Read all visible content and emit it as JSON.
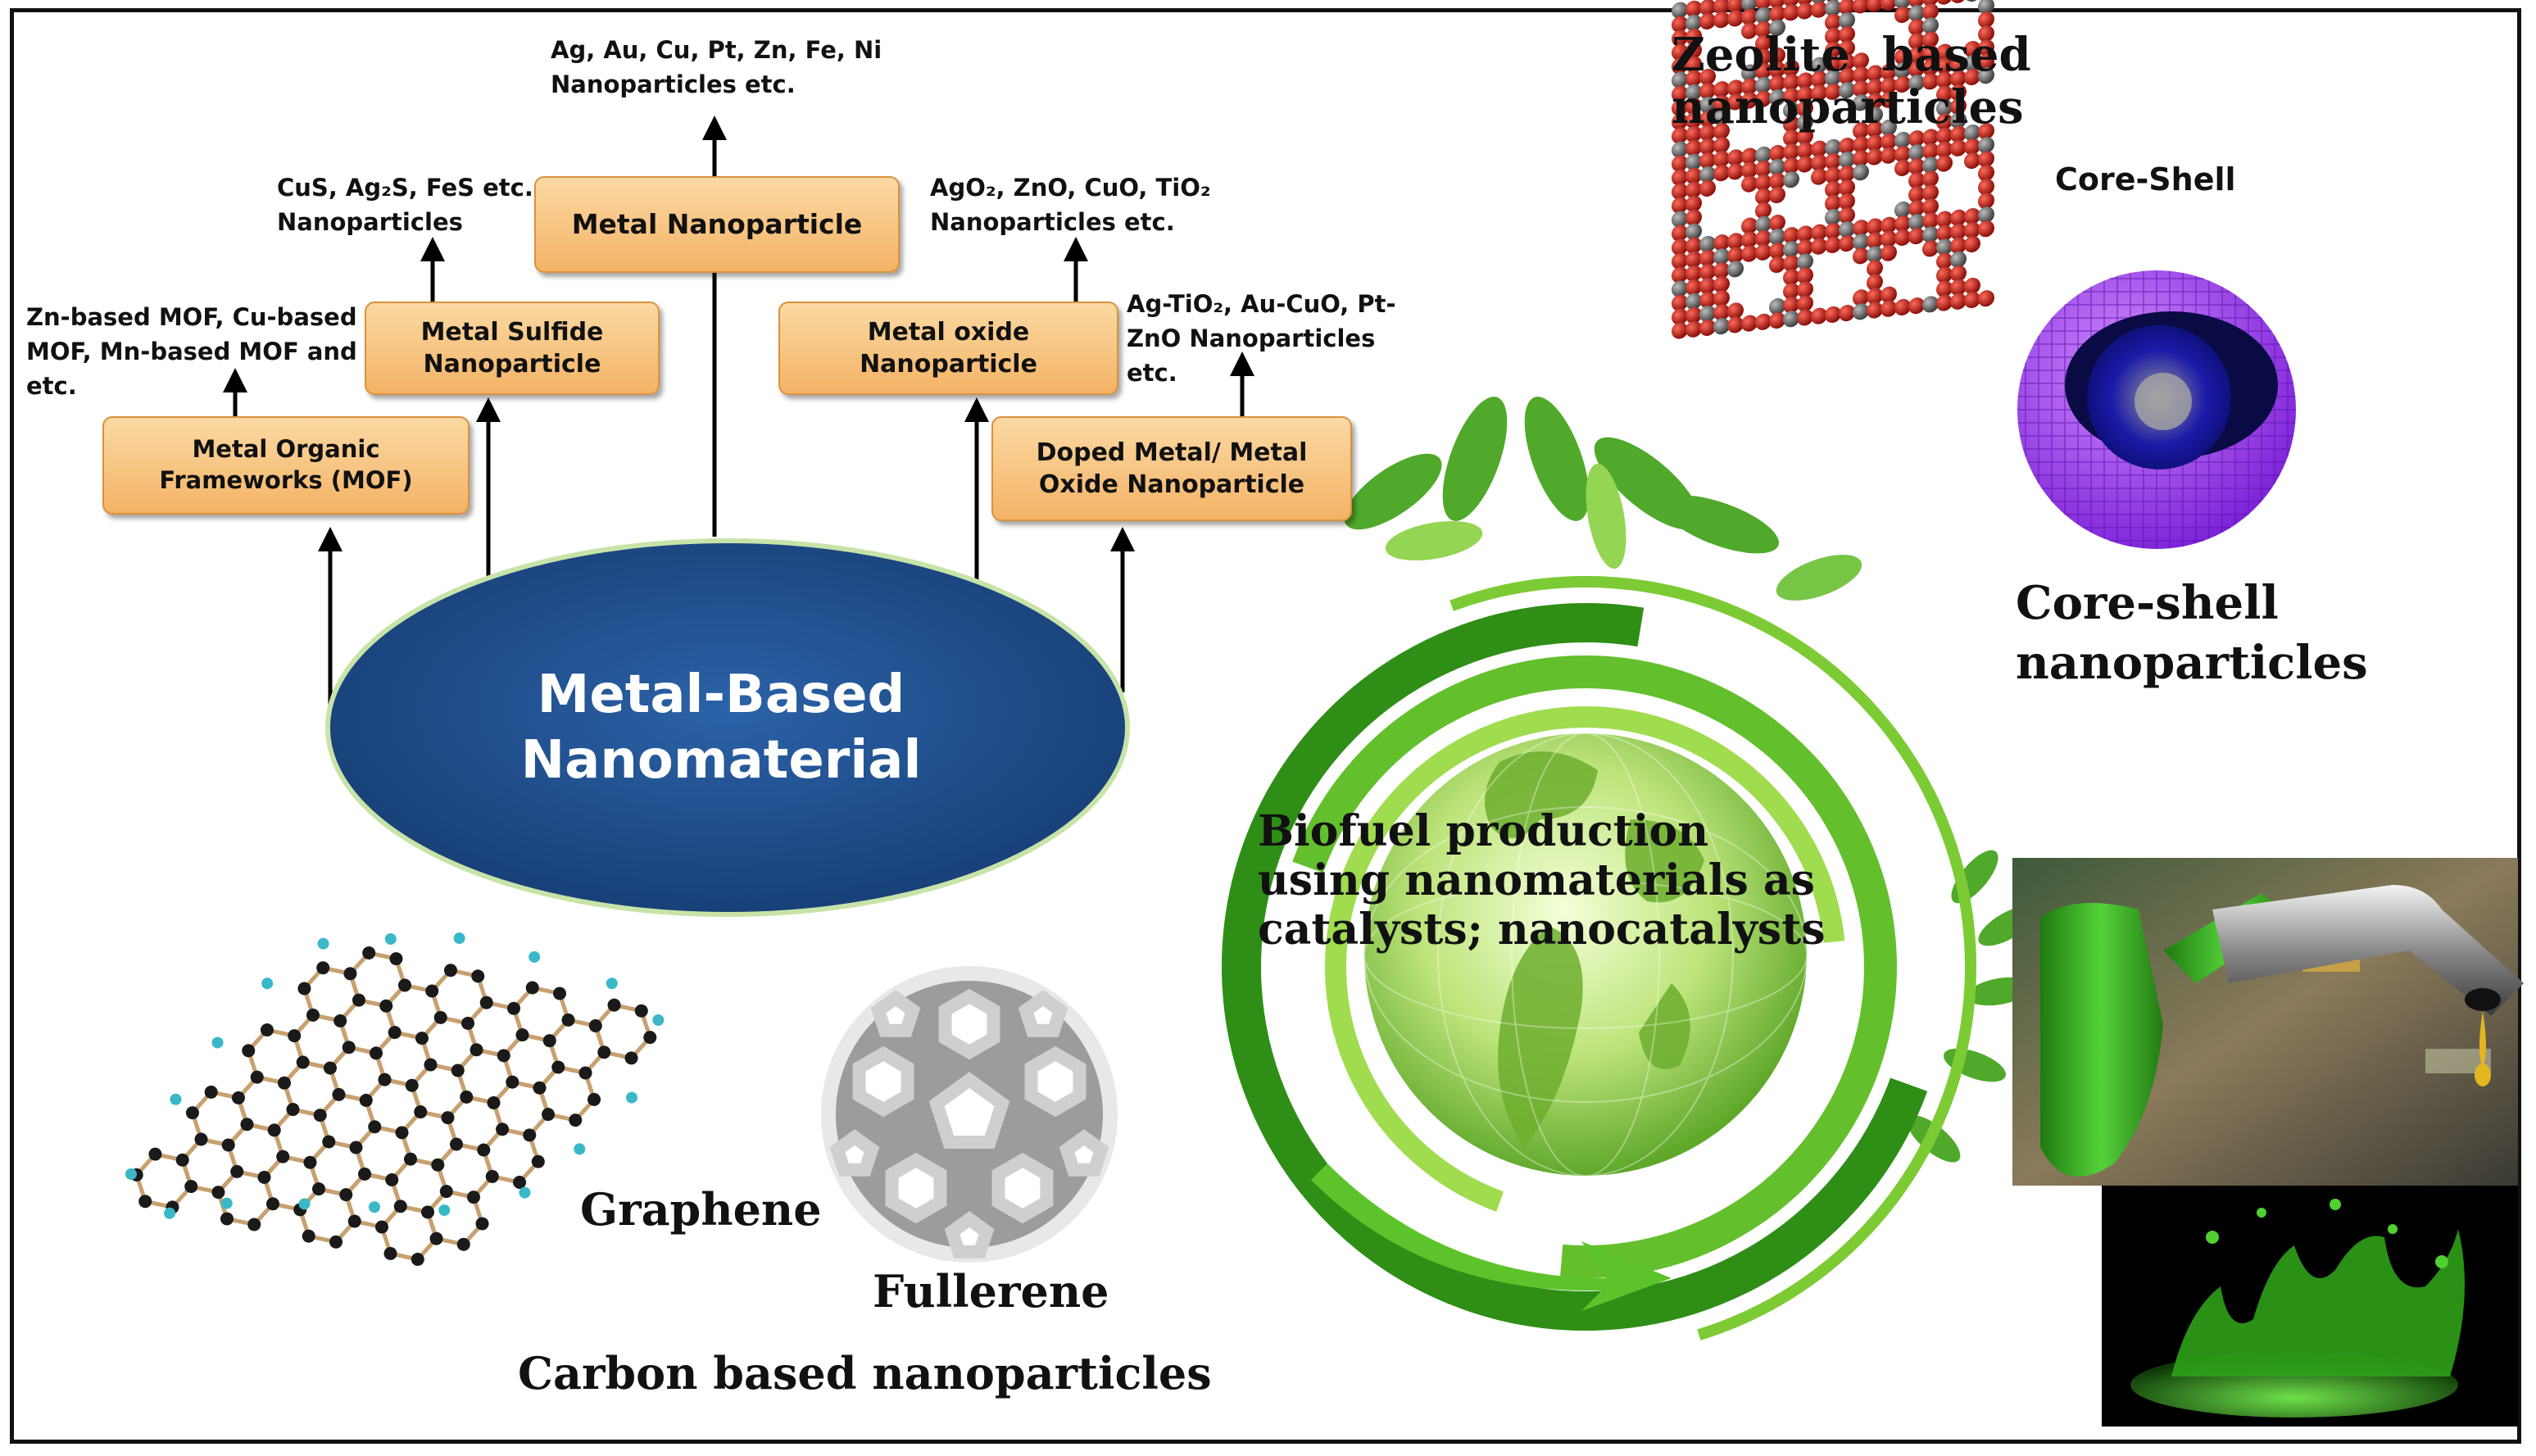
{
  "center": {
    "label": "Metal-Based\nNanomaterial"
  },
  "nodes": {
    "metal_nanoparticle": "Metal Nanoparticle",
    "metal_sulfide": "Metal Sulfide\nNanoparticle",
    "metal_oxide": "Metal oxide\nNanoparticle",
    "mof": "Metal Organic\nFrameworks (MOF)",
    "doped": "Doped Metal/ Metal\nOxide Nanoparticle"
  },
  "examples": {
    "metal_nanoparticle": "Ag, Au, Cu, Pt, Zn, Fe, Ni\nNanoparticles etc.",
    "metal_sulfide": "CuS, Ag₂S, FeS etc.\nNanoparticles",
    "metal_oxide": "AgO₂, ZnO, CuO, TiO₂\nNanoparticles etc.",
    "mof": "Zn-based MOF, Cu-based\nMOF, Mn-based MOF and\netc.",
    "doped": "Ag-TiO₂, Au-CuO, Pt-\nZnO Nanoparticles\netc."
  },
  "labels": {
    "zeolite": "Zeolite  based\nnanoparticles",
    "core_shell_small": "Core-Shell",
    "core_shell": "Core-shell\nnanoparticles",
    "biofuel": "Biofuel production\nusing nanomaterials as\ncatalysts; nanocatalysts",
    "graphene": "Graphene",
    "fullerene": "Fullerene",
    "carbon": "Carbon based nanoparticles"
  },
  "colors": {
    "box_fill": "#f7c27d",
    "ellipse": "#1f4e8c",
    "green": "#3a9a1e"
  }
}
